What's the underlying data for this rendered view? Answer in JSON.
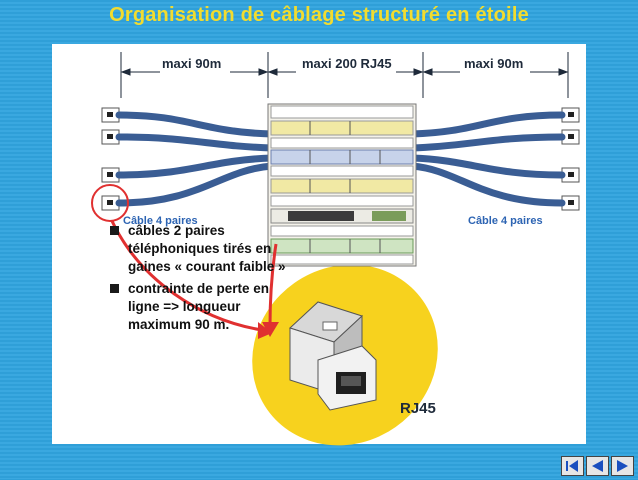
{
  "title": "Organisation de câblage structuré en étoile",
  "dimensions": {
    "left": "maxi 90m",
    "center": "maxi 200 RJ45",
    "right": "maxi 90m"
  },
  "cable_labels": {
    "left": "Câble 4 paires",
    "right": "Câble 4 paires"
  },
  "connector_label": "RJ45",
  "bullets": [
    "câbles 2 paires téléphoniques tirés en gaines « courant faible »",
    "contrainte de perte en ligne => longueur maximum 90 m."
  ],
  "colors": {
    "title": "#f2dc2e",
    "background": "#2f9fd8",
    "cable": "#3a5d94",
    "highlight_circle": "#e03030",
    "ellipse": "#f7d21e"
  },
  "nav": [
    "nav-first-icon",
    "nav-prev-icon",
    "nav-next-icon"
  ]
}
